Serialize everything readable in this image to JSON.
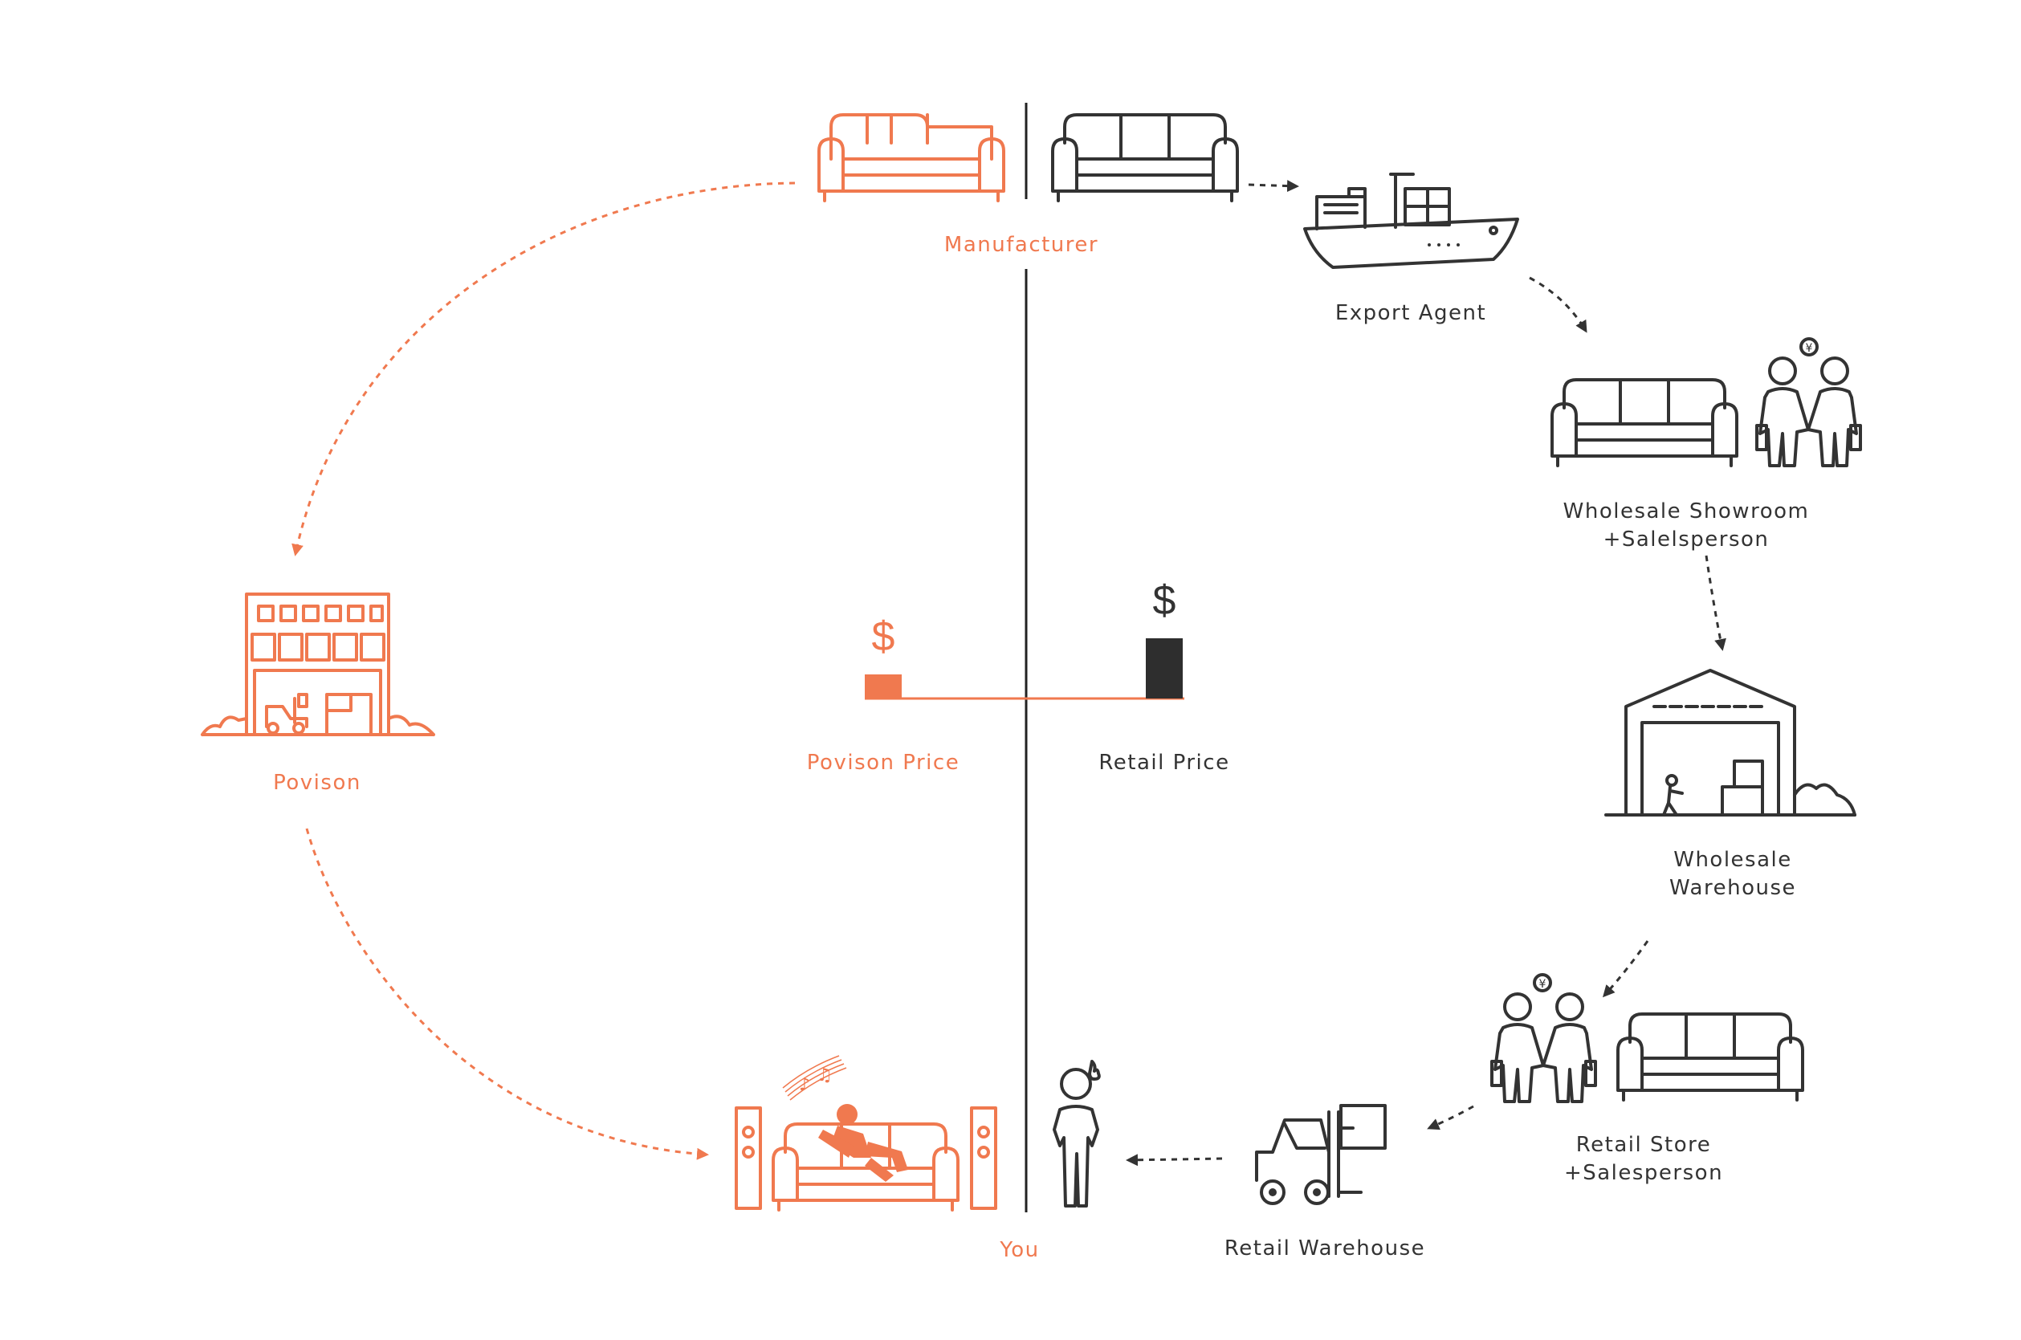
{
  "nodes": {
    "manufacturer": "Manufacturer",
    "export_agent": "Export Agent",
    "wholesale_showroom": [
      "Wholesale Showroom",
      "+Salelsperson"
    ],
    "wholesale_warehouse": [
      "Wholesale",
      "Warehouse"
    ],
    "retail_store": [
      "Retail Store",
      "+Salesperson"
    ],
    "retail_warehouse": "Retail Warehouse",
    "povison": "Povison",
    "you": "You"
  },
  "prices": {
    "currency_symbol": "$",
    "povison_label": "Povison Price",
    "retail_label": "Retail Price",
    "povison_relative_height": 0.4,
    "retail_relative_height": 1.0
  },
  "colors": {
    "direct_path": "#f0794f",
    "traditional_path": "#333333",
    "background": "#ffffff"
  },
  "icons": {
    "manufacturer": [
      "sofa-icon"
    ],
    "export_agent": [
      "cargo-ship-icon"
    ],
    "wholesale_showroom": [
      "sofa-icon",
      "handshake-icon",
      "yen-coin-icon"
    ],
    "wholesale_warehouse": [
      "warehouse-icon"
    ],
    "retail_store": [
      "handshake-icon",
      "yen-coin-icon",
      "sofa-icon"
    ],
    "retail_warehouse": [
      "forklift-icon"
    ],
    "povison": [
      "factory-icon"
    ],
    "you": [
      "relaxing-person-on-sofa-icon",
      "speaker-icon",
      "music-notes-icon",
      "angry-person-icon"
    ]
  }
}
